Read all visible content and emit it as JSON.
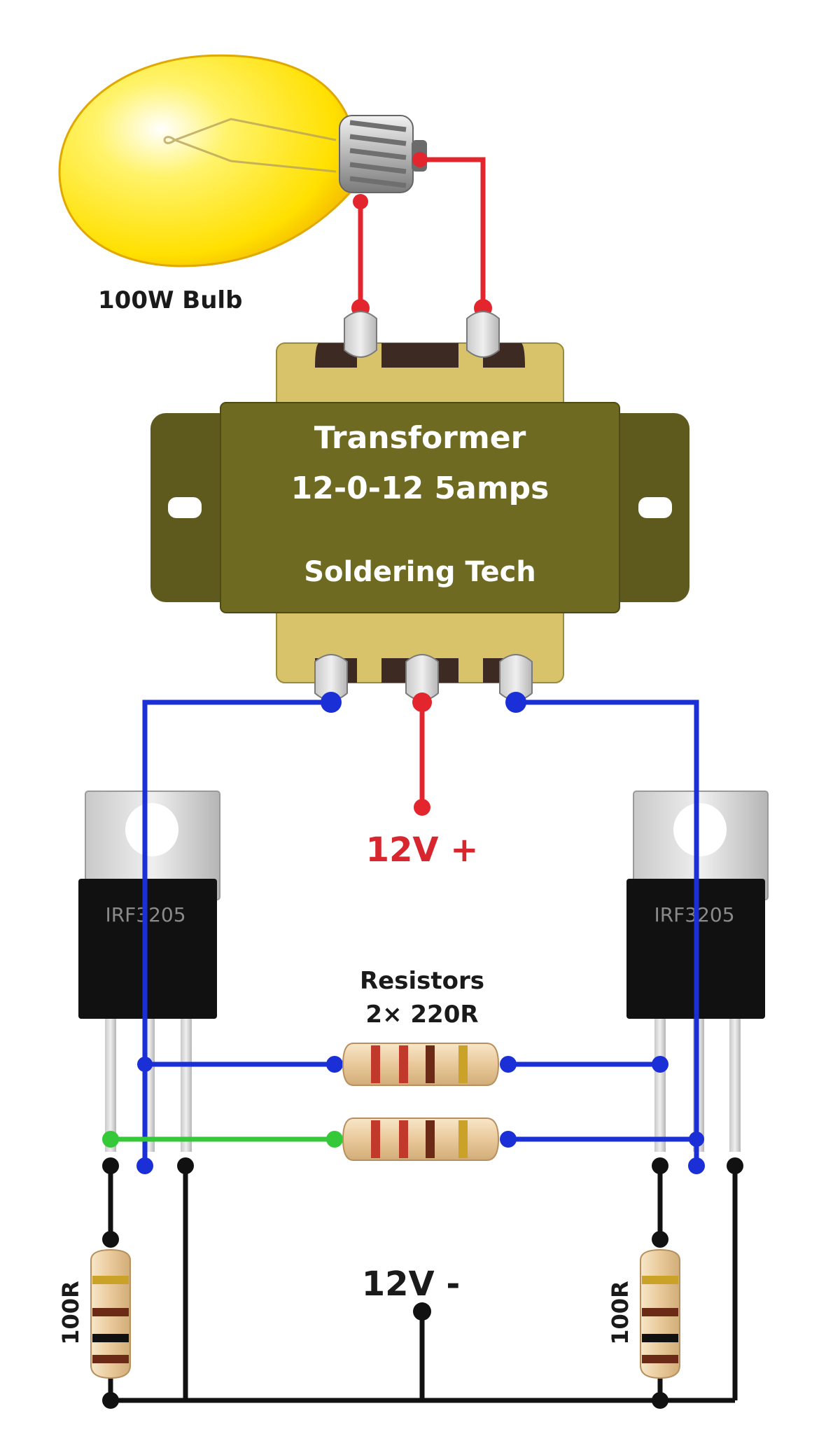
{
  "bulb": {
    "label": "100W Bulb"
  },
  "transformer": {
    "title": "Transformer",
    "rating": "12-0-12 5amps",
    "brand": "Soldering Tech"
  },
  "supply": {
    "positive": "12V +",
    "negative": "12V -"
  },
  "mosfets": [
    {
      "part": "IRF3205"
    },
    {
      "part": "IRF3205"
    }
  ],
  "resistors": {
    "pair_label_line1": "Resistors",
    "pair_label_line2": "2× 220R",
    "pulldown_left": "100R",
    "pulldown_right": "100R"
  },
  "colors": {
    "wire_red": "#e3262e",
    "wire_blue": "#1b2fd6",
    "wire_green": "#35c93a",
    "wire_black": "#111111",
    "transformer_body": "#6f6a22",
    "transformer_core": "#d8c36a",
    "bulb_glass": "#ffe51a"
  }
}
